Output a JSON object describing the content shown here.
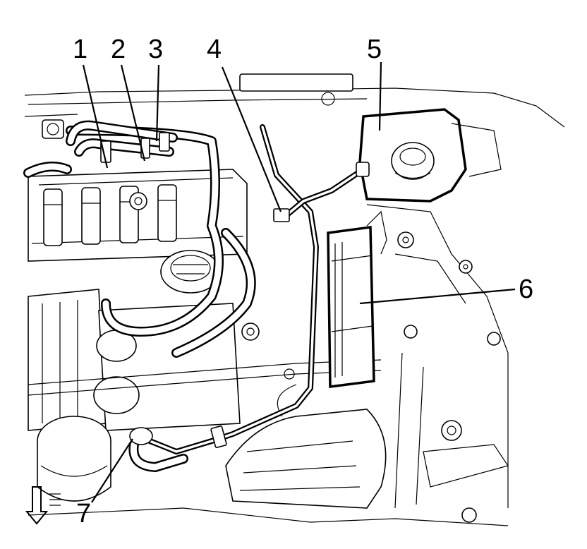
{
  "callouts": [
    {
      "id": "1",
      "label": "1"
    },
    {
      "id": "2",
      "label": "2"
    },
    {
      "id": "3",
      "label": "3"
    },
    {
      "id": "4",
      "label": "4"
    },
    {
      "id": "5",
      "label": "5"
    },
    {
      "id": "6",
      "label": "6"
    },
    {
      "id": "7",
      "label": "7"
    }
  ],
  "icons": {
    "direction_arrow": "arrow-down-icon"
  },
  "colors": {
    "line": "#000000",
    "background": "#ffffff"
  }
}
